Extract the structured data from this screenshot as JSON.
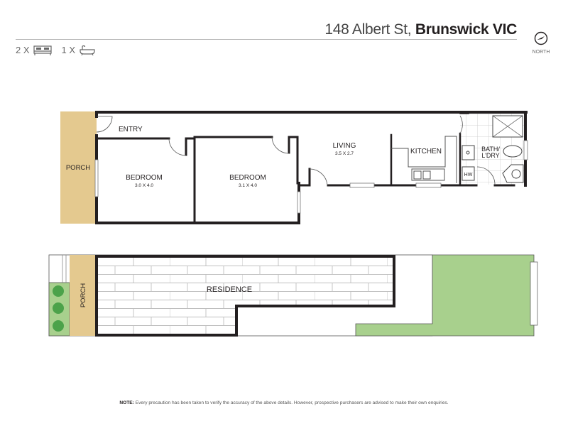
{
  "header": {
    "street": "148 Albert St,",
    "suburb": "Brunswick VIC"
  },
  "features": {
    "bedrooms": {
      "count": "2 X",
      "icon": "bed-icon"
    },
    "bathrooms": {
      "count": "1 X",
      "icon": "bath-icon"
    }
  },
  "compass": {
    "label": "NORTH",
    "icon": "north-arrow-icon"
  },
  "floor_plan": {
    "rooms": [
      {
        "name": "PORCH",
        "dims": ""
      },
      {
        "name": "ENTRY",
        "dims": ""
      },
      {
        "name": "BEDROOM",
        "dims": "3.0 X 4.0"
      },
      {
        "name": "BEDROOM",
        "dims": "3.1 X 4.0"
      },
      {
        "name": "LIVING",
        "dims": "3.5 X 2.7"
      },
      {
        "name": "KITCHEN",
        "dims": ""
      },
      {
        "name": "BATH/",
        "line2": "L'DRY",
        "dims": ""
      },
      {
        "name": "HW",
        "dims": ""
      }
    ]
  },
  "site_plan": {
    "porch_label": "PORCH",
    "residence_label": "RESIDENCE"
  },
  "colors": {
    "porch": "#e4c98f",
    "lawn": "#a8d08d",
    "shrub": "#4ca24a",
    "wall": "#231f20",
    "tile": "#c8c8c8"
  },
  "footer": {
    "note_label": "NOTE:",
    "note_text": " Every precaution has been taken to verify the accuracy of the above details. However, prospective purchasers are advised to make their own enquiries."
  }
}
